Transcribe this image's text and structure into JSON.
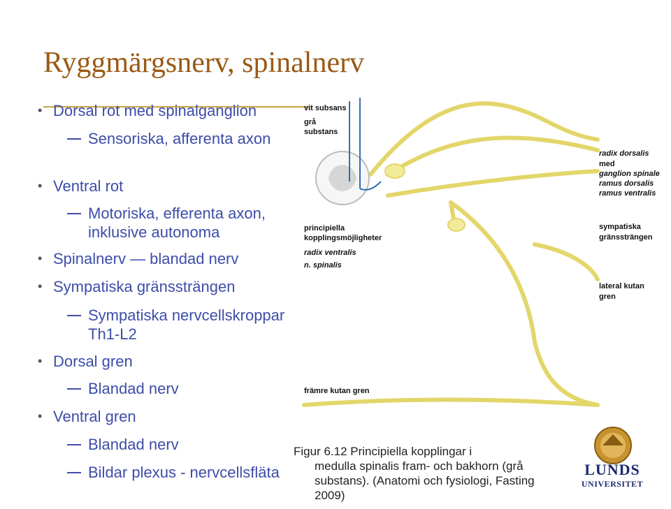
{
  "title": "Ryggmärgsnerv, spinalnerv",
  "bullets": {
    "b1": "Dorsal rot med spinalganglion",
    "b1_sub1": "Sensoriska, afferenta axon",
    "b2": "Ventral rot",
    "b2_sub1": "Motoriska, efferenta axon, inklusive autonoma",
    "b3": "Spinalnerv — blandad nerv",
    "b4": "Sympatiska gränssträngen",
    "b4_sub1": "Sympatiska nervcellskroppar Th1-L2",
    "b5": "Dorsal gren",
    "b5_sub1": "Blandad nerv",
    "b6": "Ventral gren",
    "b6_sub1": "Blandad nerv",
    "b6_sub2": "Bildar plexus - nervcellsfläta"
  },
  "diagram": {
    "vit_subsans": "vit subsans",
    "gra": "grå",
    "substans": "substans",
    "principiella": "principiella",
    "kopplingsmojligheter": "kopplingsmöjligheter",
    "radix_ventralis": "radix ventralis",
    "n_spinalis": "n. spinalis",
    "radix_dorsalis": "radix dorsalis",
    "med": "med",
    "ganglion_spinale": "ganglion spinale",
    "ramus_dorsalis": "ramus dorsalis",
    "ramus_ventralis": "ramus ventralis",
    "sympatiska": "sympatiska",
    "granstrangen": "gränssträngen",
    "lateral_kutan": "lateral kutan",
    "gren": "gren",
    "framre_kutan_gren": "främre kutan gren"
  },
  "caption": {
    "line1": "Figur 6.12 Principiella kopplingar i",
    "rest": "medulla spinalis fram- och bakhorn (grå substans). (Anatomi och fysiologi, Fasting 2009)"
  },
  "logo": {
    "line1": "LUNDS",
    "line2": "UNIVERSITET"
  },
  "colors": {
    "title": "#9a5a14",
    "bullet_text": "#3d4da8",
    "nerve": "#f2ec9a",
    "nerve_stroke": "#e3d66a",
    "fiber_blue": "#2f6fb0"
  }
}
